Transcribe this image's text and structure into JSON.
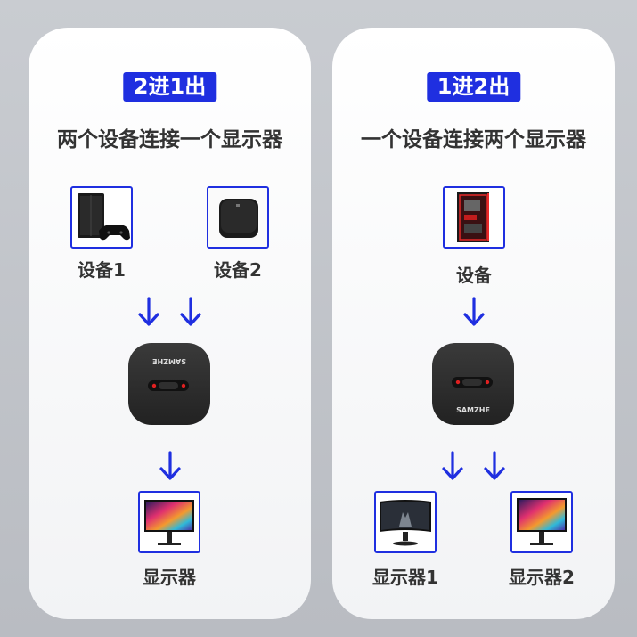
{
  "left": {
    "badge": "2进1出",
    "subtitle": "两个设备连接一个显示器",
    "devices": [
      "设备1",
      "设备2"
    ],
    "switch_brand": "SAMZHE",
    "monitor": "显示器"
  },
  "right": {
    "badge": "1进2出",
    "subtitle": "一个设备连接两个显示器",
    "device": "设备",
    "switch_brand": "SAMZHE",
    "monitors": [
      "显示器1",
      "显示器2"
    ]
  },
  "colors": {
    "accent": "#1f2fe0",
    "text": "#333333",
    "switch_body": "#2b2b2b"
  },
  "icons": {
    "device1": "game-console-icon",
    "device2": "tv-box-icon",
    "device": "gaming-pc-icon",
    "monitor": "monitor-icon",
    "monitor1": "curved-monitor-icon",
    "monitor2": "monitor-icon",
    "arrow": "arrow-down-icon"
  }
}
